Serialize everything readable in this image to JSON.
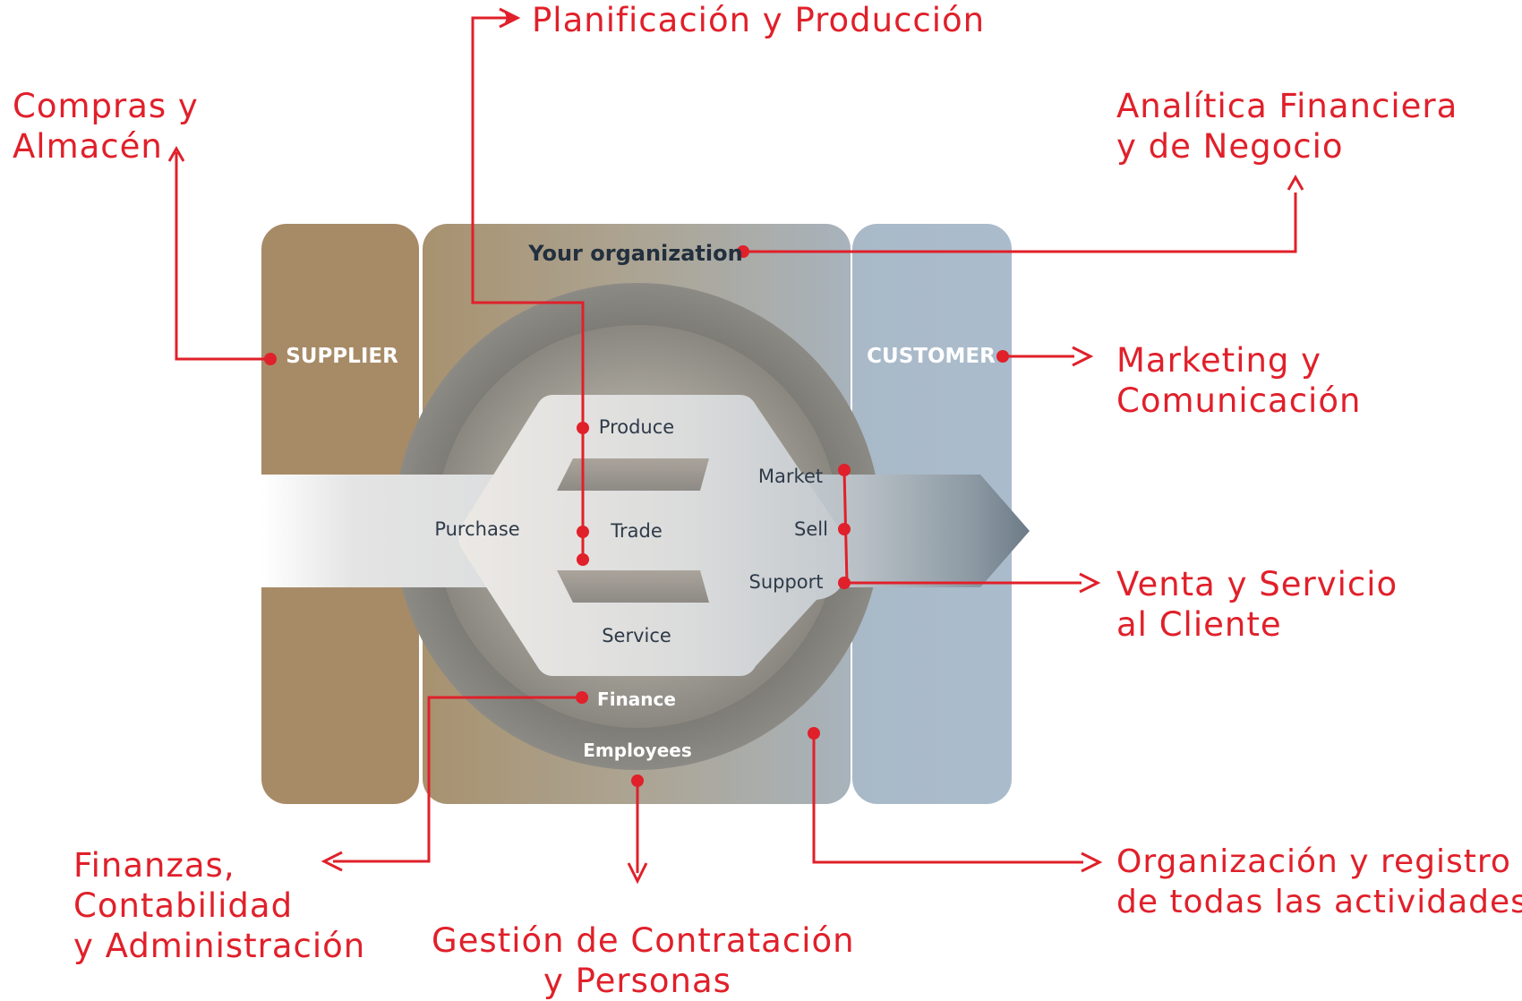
{
  "diagram": {
    "header": "Your organization",
    "columns": {
      "supplier": "SUPPLIER",
      "customer": "CUSTOMER"
    },
    "flow": {
      "produce": "Produce",
      "purchase": "Purchase",
      "trade": "Trade",
      "market": "Market",
      "sell": "Sell",
      "support": "Support",
      "service": "Service"
    },
    "ring": {
      "finance": "Finance",
      "employees": "Employees"
    }
  },
  "callouts": {
    "planning": {
      "line1": "Planificación y  Producción"
    },
    "purchasing": {
      "line1": "Compras y",
      "line2": "Almacén"
    },
    "analytics": {
      "line1": "Analítica Financiera",
      "line2": "y de Negocio"
    },
    "marketing": {
      "line1": "Marketing y",
      "line2": "Comunicación"
    },
    "sales": {
      "line1": "Venta y Servicio",
      "line2": "al Cliente"
    },
    "organization": {
      "line1": "Organización y registro",
      "line2": "de todas las actividades"
    },
    "finance": {
      "line1": "Finanzas,",
      "line2": "Contabilidad",
      "line3": "y Administración"
    },
    "hr": {
      "line1": "Gestión de Contratación",
      "line2": "y Personas"
    }
  },
  "colors": {
    "accent": "#e0202a",
    "supplier": "#a58a66",
    "customer": "#a9bccd",
    "text": "#2e3a48"
  }
}
